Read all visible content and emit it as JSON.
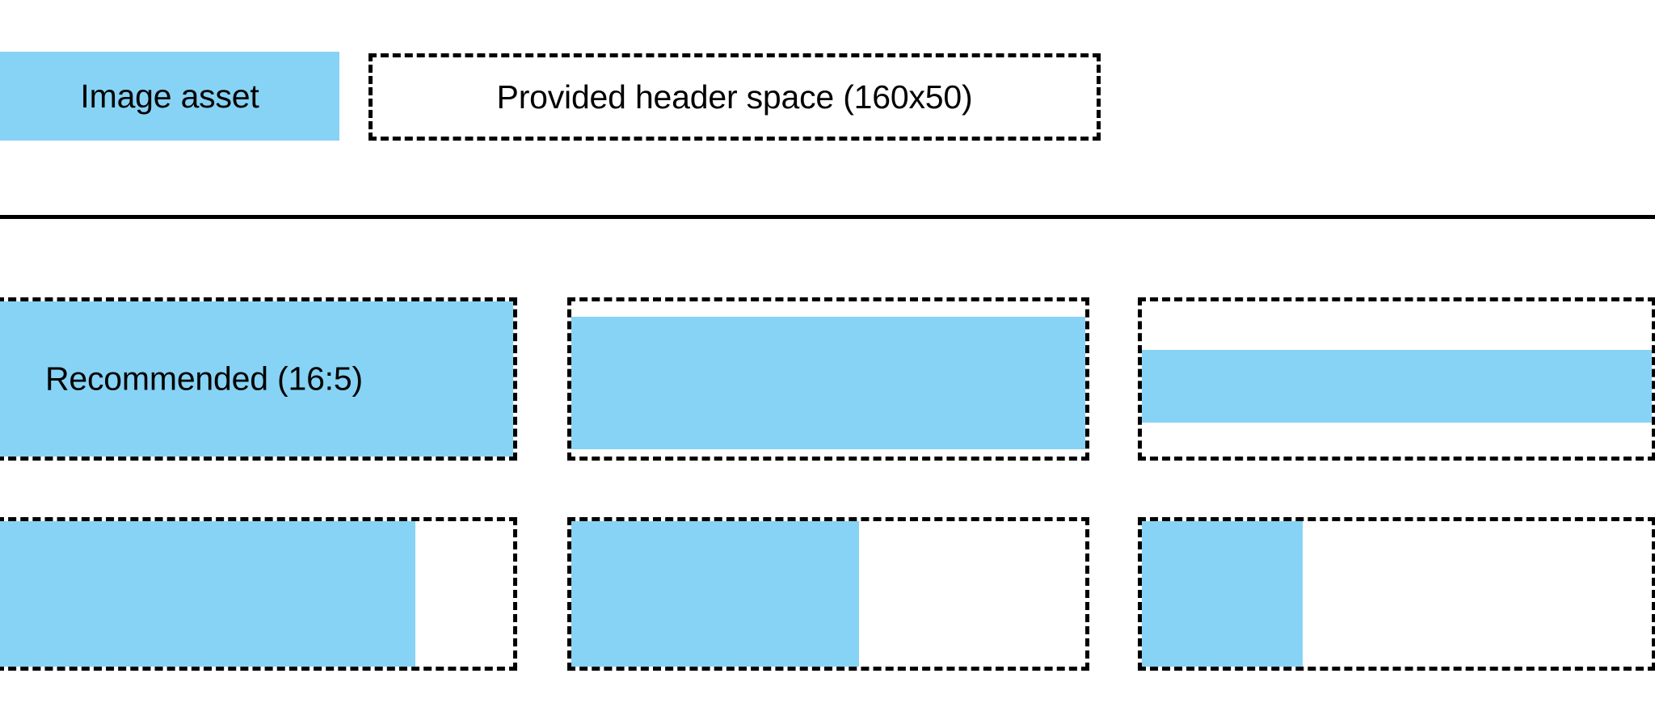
{
  "page": {
    "background_color": "#ffffff",
    "accent_color": "#87d3f5",
    "outline_color": "#000000"
  },
  "header": {
    "asset_swatch": {
      "label": "Image asset",
      "fill_color": "#87d3f5"
    },
    "provided_space": {
      "label": "Provided header space (160x50)",
      "border_style": "dashed",
      "fill_color": "#ffffff"
    }
  },
  "divider": {
    "visible": true
  },
  "grid": {
    "rows": [
      {
        "name": "row-1",
        "cells": [
          {
            "name": "cell-recommended",
            "label": "Recommended (16:5)",
            "fill_color": "#87d3f5",
            "fill_mode": "full-bleed"
          },
          {
            "name": "cell-shorter-height",
            "label": "",
            "fill_color": "#87d3f5",
            "fill_mode": "letterboxed"
          },
          {
            "name": "cell-thin-band",
            "label": "",
            "fill_color": "#87d3f5",
            "fill_mode": "thin-band"
          }
        ]
      },
      {
        "name": "row-2",
        "cells": [
          {
            "name": "cell-wide-fill",
            "label": "",
            "fill_color": "#87d3f5",
            "fill_mode": "pillarboxed-81"
          },
          {
            "name": "cell-medium-fill",
            "label": "",
            "fill_color": "#87d3f5",
            "fill_mode": "pillarboxed-56"
          },
          {
            "name": "cell-narrow-fill",
            "label": "",
            "fill_color": "#87d3f5",
            "fill_mode": "pillarboxed-31"
          }
        ]
      }
    ]
  }
}
